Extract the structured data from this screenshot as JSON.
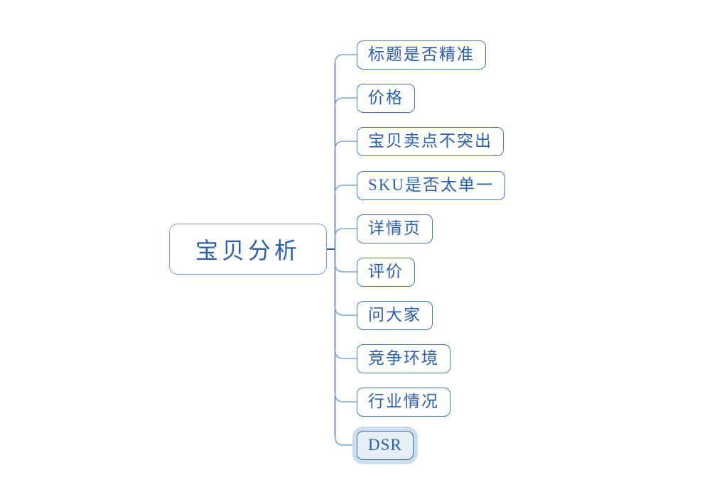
{
  "app": {
    "type": "mind-map-canvas",
    "background": "#ffffff"
  },
  "colors": {
    "root_border": "#7f9fd6",
    "subtopic_border": "#4475bf",
    "text": "#2a5faf",
    "connector_trunk": "#3e6eb5",
    "connector_branch": "#7fa4d7",
    "selected_fill": "#e7f0f8",
    "selected_halo": "#cbdcea"
  },
  "mindmap": {
    "root": {
      "label": "宝贝分析"
    },
    "children": [
      {
        "label": "标题是否精准",
        "selected": false
      },
      {
        "label": "价格",
        "selected": false
      },
      {
        "label": "宝贝卖点不突出",
        "selected": false
      },
      {
        "label": "SKU是否太单一",
        "selected": false
      },
      {
        "label": "详情页",
        "selected": false
      },
      {
        "label": "评价",
        "selected": false
      },
      {
        "label": "问大家",
        "selected": false
      },
      {
        "label": "竞争环境",
        "selected": false
      },
      {
        "label": "行业情况",
        "selected": false
      },
      {
        "label": "DSR",
        "selected": true
      }
    ]
  }
}
